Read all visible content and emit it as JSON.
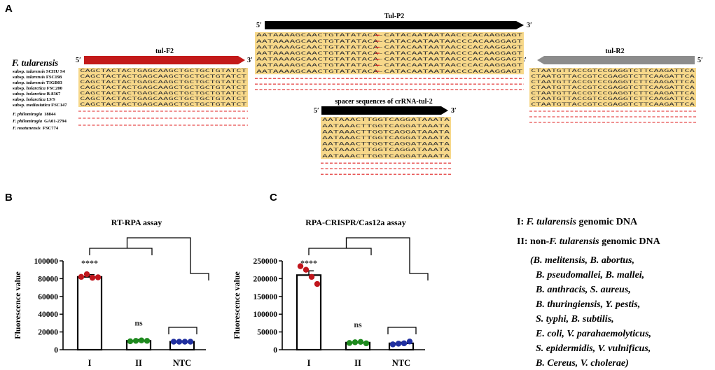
{
  "panels": {
    "a": "A",
    "b": "B",
    "c": "C"
  },
  "panel_a": {
    "species_title": "F. tularensis",
    "five_prime": "5′",
    "three_prime": "3′",
    "primer_f2": "tul-F2",
    "probe_p2": "Tul-P2",
    "primer_r2": "tul-R2",
    "spacer_title": "spacer sequences of crRNA-tul-2",
    "strains": [
      {
        "prefix": "subsp. ",
        "name": "tularensis",
        "id": " SCHU S4"
      },
      {
        "prefix": "subsp. ",
        "name": "tularensis",
        "id": " FSC198"
      },
      {
        "prefix": "subsp. ",
        "name": "tularensis",
        "id": " TIGB03"
      },
      {
        "prefix": "subsp. ",
        "name": "holarctica",
        "id": " FSC200"
      },
      {
        "prefix": "subsp. ",
        "name": "holarctica",
        "id": " B-8367"
      },
      {
        "prefix": "subsp. ",
        "name": "holarctica",
        "id": " LVS"
      },
      {
        "prefix": "subsp. ",
        "name": "mediasiatica",
        "id": " FSC147"
      }
    ],
    "others": [
      {
        "name": "F. philomiragia",
        "id": "18844"
      },
      {
        "name": "F. philomiragia",
        "id": "GA01-2794"
      },
      {
        "name": "F. noatunensis",
        "id": "FSC774"
      }
    ],
    "seq_f2": "CAGCTACTACTGAGCAAGCTGCTGCTGTATCT",
    "seq_p2": "AATAAAAGCAACTGTATATACA-CATACAATAATAACCCACAAGGAGT",
    "seq_spacer": "AATAAACTTGGTCAGGATAAATA",
    "seq_r2": "CTAATGTTACCGTCCGAGGTCTTCAAGATTCA"
  },
  "legend": {
    "line1_prefix": "I: ",
    "line1_italic": "F. tularensis",
    "line1_suffix": " genomic DNA",
    "line2_prefix": "II: non-",
    "line2_italic": "F. tularensis",
    "line2_suffix": " genomic DNA",
    "species_lines": [
      "(B. melitensis, B. abortus,",
      "B. pseudomallei, B. mallei,",
      "B. anthracis, S. aureus,",
      "B. thuringiensis, Y. pestis,",
      "S. typhi, B. subtilis,",
      "E. coli, V. parahaemolyticus,",
      "S. epidermidis, V. vulnificus,",
      "B. Cereus,  V. cholerae)"
    ]
  },
  "chart_data": [
    {
      "type": "bar",
      "title": "RT-RPA assay",
      "ylabel": "Fluorescence value",
      "categories": [
        "I",
        "II",
        "NTC"
      ],
      "values": [
        82000,
        10000,
        9000
      ],
      "errors": [
        2500,
        1500,
        1000
      ],
      "points": [
        [
          82000,
          85000,
          81000,
          81500
        ],
        [
          9500,
          10000,
          10500,
          10000
        ],
        [
          9000,
          9000,
          9000,
          9000
        ]
      ],
      "point_colors": [
        "#c0161d",
        "#1e8a1e",
        "#2130a0"
      ],
      "significance": [
        "****",
        "ns",
        ""
      ],
      "ylim": [
        0,
        100000
      ],
      "yticks": [
        0,
        20000,
        40000,
        60000,
        80000,
        100000
      ],
      "ytick_labels": [
        "0",
        "20000",
        "40000",
        "60000",
        "80000",
        "100000"
      ]
    },
    {
      "type": "bar",
      "title": "RPA-CRISPR/Cas12a assay",
      "ylabel": "Fluorescence value",
      "categories": [
        "I",
        "II",
        "NTC"
      ],
      "values": [
        210000,
        20000,
        18000
      ],
      "errors": [
        12000,
        3000,
        3000
      ],
      "points": [
        [
          235000,
          225000,
          205000,
          185000
        ],
        [
          19000,
          21000,
          22000,
          18000
        ],
        [
          15000,
          17000,
          18000,
          23000
        ]
      ],
      "point_colors": [
        "#c0161d",
        "#1e8a1e",
        "#2130a0"
      ],
      "significance": [
        "****",
        "ns",
        ""
      ],
      "ylim": [
        0,
        250000
      ],
      "yticks": [
        0,
        50000,
        100000,
        150000,
        200000,
        250000
      ],
      "ytick_labels": [
        "0",
        "50000",
        "100000",
        "150000",
        "200000",
        "250000"
      ]
    }
  ]
}
